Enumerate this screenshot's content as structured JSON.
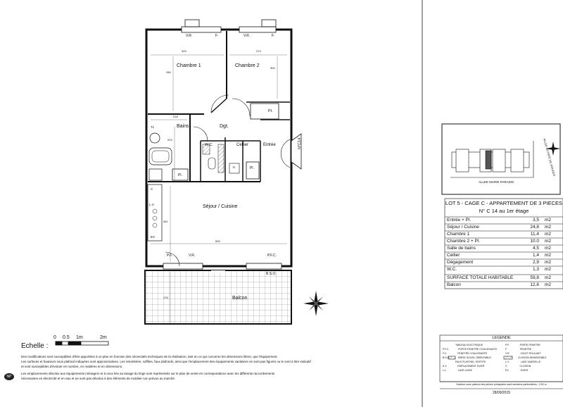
{
  "plan": {
    "room_labels": {
      "chambre1": "Chambre 1",
      "chambre2": "Chambre 2",
      "bains": "Bains",
      "dgt": "Dgt.",
      "wc": "W.C.",
      "cellier": "Cellier",
      "entree": "Entrée",
      "sejour": "Séjour / Cuisine",
      "balcon": "Balcon"
    },
    "fixtures": {
      "vr_top_left": "V.R.",
      "f_top_left": "F.",
      "vr_top_right": "V.R.",
      "f_top_right": "F.",
      "pl_ch2": "Pl.",
      "pl_bains": "Pl.",
      "pl_entree": "Pl.",
      "tl": "TL",
      "c": "C",
      "lv": "L.V.",
      "ev": "EV",
      "pfc_left": "P.F.",
      "vr_bottom": "V.R.",
      "pfc_right": "P.F.C.",
      "bso": "B.S.O.",
      "door_id": "N°C14",
      "te": "TE"
    },
    "dims": {
      "d329": "329",
      "d274": "274",
      "d346": "346",
      "d300": "300",
      "d218": "218",
      "d223": "223",
      "d461": "461",
      "d599": "599",
      "d176": "176"
    }
  },
  "scale": {
    "label": "Echelle :",
    "ticks": [
      "0",
      "0.5",
      "1m",
      "2m"
    ]
  },
  "disclaimer": [
    "Des modifications sont susceptibles d'être apportées  à ce plan en fonction des nécessités techniques de la réalisation, tant en ce qui concerne les dimensions libres, que l'équipement.",
    "Les surfaces et hauteurs sous plafond indiquées sont approximatives. Les retombées, soffites, faux plafonds, ainsi que l'emplacement des équipements sanitaires ne sont pas figurés ou le sont à titre indicatif",
    "et sont susceptibles d'évoluer en nombre, en matières et en dimensions.",
    "Les emplacements dévolus aux équipements ménagers et à ceux liés au lavage du linge sont représentés sur le plan de vente en correspondance avec les différents raccordements",
    "nécessaires en électricité et en eau et ne sont pas dévolus à des éléments de mobilier non prévus au marché."
  ],
  "logo_text": "NP",
  "site": {
    "street": "ALLEE  MARIE  PARADIS",
    "street2": "ALLEE OLYMPE DE GOUGES"
  },
  "lot": {
    "title": "LOT 5 - CAGE C - APPARTEMENT DE 3 PIECES",
    "subtitle": "N° C 14 au 1er étage"
  },
  "surfaces": [
    {
      "name": "Entrée + Pl.",
      "value": "3,5",
      "unit": "m2"
    },
    {
      "name": "Séjour / Cuisine",
      "value": "24,8",
      "unit": "m2"
    },
    {
      "name": "Chambre 1",
      "value": "11,4",
      "unit": "m2"
    },
    {
      "name": "Chambre 2 + Pl.",
      "value": "10.0",
      "unit": "m2"
    },
    {
      "name": "Salle de bains",
      "value": "4,5",
      "unit": "m2"
    },
    {
      "name": "Cellier",
      "value": "1,4",
      "unit": "m2"
    },
    {
      "name": "Dégagement",
      "value": "2,9",
      "unit": "m2"
    },
    {
      "name": "W.C.",
      "value": "1,3",
      "unit": "m2"
    }
  ],
  "total": {
    "name": "SURFACE TOTALE HABITABLE",
    "value": "59,8",
    "unit": "m2"
  },
  "balcon": {
    "name": "Balcon",
    "value": "12,6",
    "unit": "m2"
  },
  "legend": {
    "title": "LEGENDE",
    "left": [
      {
        "code": "",
        "label": "TABLEAU ELECTRIQUE"
      },
      {
        "code": "P.F.C.",
        "label": "PORTE FENETRE COULISSANTE"
      },
      {
        "code": "F.C.",
        "label": "FENETRE COULISSANTE"
      },
      {
        "code": "B.S.O.",
        "label": "BRISE SOLEIL ORIENTABLE"
      },
      {
        "code": "",
        "label": "FAUX PLAFOND, SOFFITE"
      },
      {
        "code": "E.V.",
        "label": "EMPLACEMENT EVIER"
      },
      {
        "code": "L.L.",
        "label": "LAVE LINGE"
      }
    ],
    "right": [
      {
        "code": "P.F.",
        "label": "PORTE FENETRE"
      },
      {
        "code": "F.",
        "label": "FENETRE"
      },
      {
        "code": "V.R.",
        "label": "VOLET ROULANT"
      },
      {
        "code": "",
        "label": "CLOISON DEMONTABLE"
      },
      {
        "code": "L.V.",
        "label": "LAVE VAISSELLE"
      },
      {
        "code": "C.",
        "label": "CLOISON"
      },
      {
        "code": "EV",
        "label": "EVIER"
      }
    ],
    "note": "Hauteur sous plafond des pièces principales sauf mentions particulières : 2.50 m",
    "date": "28/09/2015"
  },
  "colors": {
    "line": "#111111",
    "hatch": "#555555",
    "grey": "#9a9a9a"
  }
}
